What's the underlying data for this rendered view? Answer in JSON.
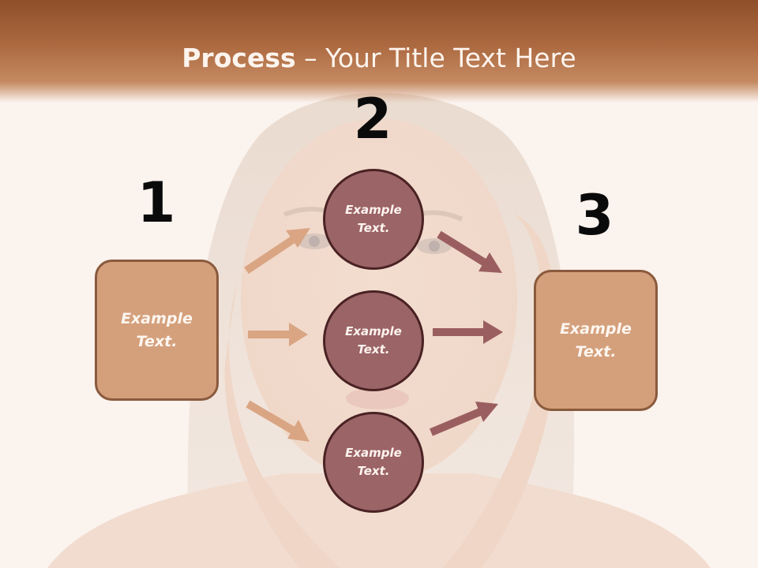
{
  "title": {
    "bold": "Process",
    "separator": " – ",
    "rest": "Your Title Text Here"
  },
  "steps": {
    "one": "1",
    "two": "2",
    "three": "3"
  },
  "boxes": {
    "left": {
      "line1": "Example",
      "line2": "Text."
    },
    "right": {
      "line1": "Example",
      "line2": "Text."
    }
  },
  "circles": [
    {
      "line1": "Example",
      "line2": "Text."
    },
    {
      "line1": "Example",
      "line2": "Text."
    },
    {
      "line1": "Example",
      "line2": "Text."
    }
  ],
  "colors": {
    "header": "#ad6a41",
    "box_fill": "#d4a07c",
    "box_border": "#8a5a3d",
    "circle_fill": "#9b6466",
    "circle_border": "#4a2224",
    "arrow_left": "#d9a583",
    "arrow_right": "#9b5e60"
  }
}
